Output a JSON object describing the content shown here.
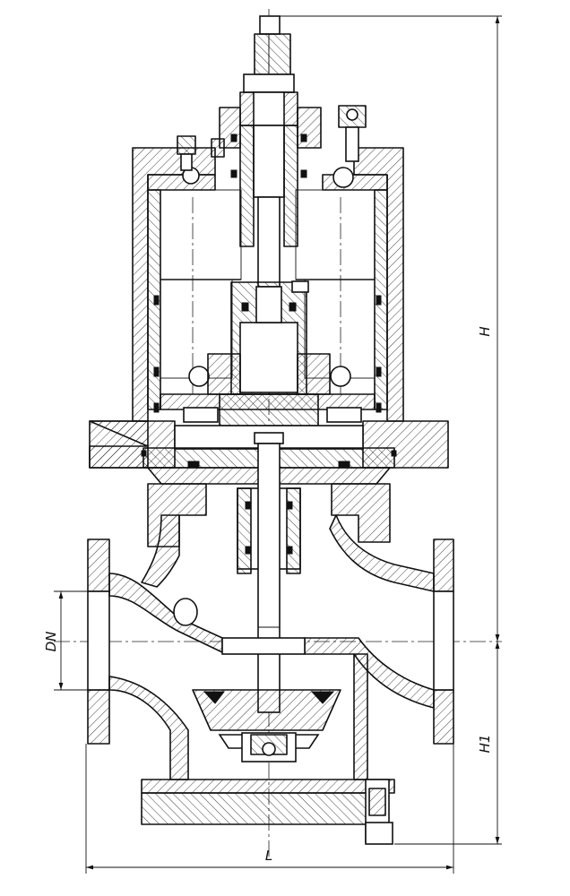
{
  "drawing": {
    "dimensions": {
      "height": "H",
      "height_lower": "H1",
      "length": "L",
      "nominal_diameter": "DN"
    }
  }
}
